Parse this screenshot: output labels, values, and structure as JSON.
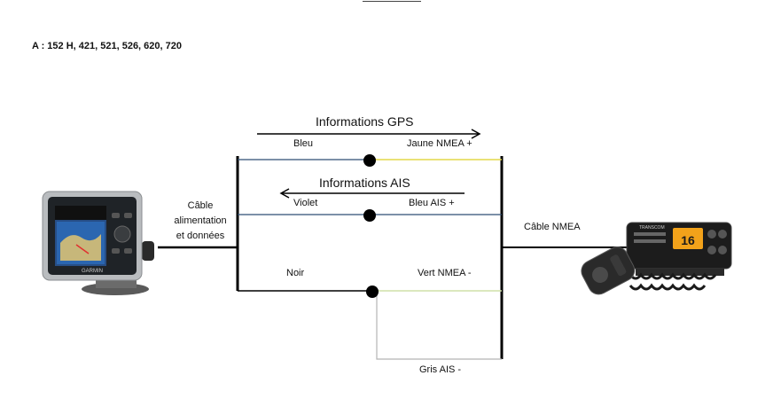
{
  "header": {
    "models": "A : 152 H, 421, 521, 526, 620, 720"
  },
  "gps_flow": {
    "title": "Informations GPS",
    "left_label": "Bleu",
    "right_label": "Jaune NMEA +"
  },
  "ais_flow": {
    "title": "Informations AIS",
    "left_label": "Violet",
    "right_label": "Bleu AIS +"
  },
  "ground": {
    "left_label": "Noir",
    "right_label": "Vert NMEA -",
    "bottom_label": "Gris AIS -"
  },
  "left_cable": {
    "line1": "Câble",
    "line2": "alimentation",
    "line3": "et données"
  },
  "right_cable": {
    "label": "Câble NMEA"
  },
  "devices": {
    "gps_brand": "GARMIN",
    "radio_brand": "TRANSCOM",
    "radio_channel": "16"
  },
  "colors": {
    "wire_blue": "#2d4d73",
    "wire_yellow": "#e3d84a",
    "wire_green": "#cfe0a8",
    "wire_gray": "#b5b5b5",
    "wire_black": "#000000",
    "radio_display": "#f2a21a"
  }
}
